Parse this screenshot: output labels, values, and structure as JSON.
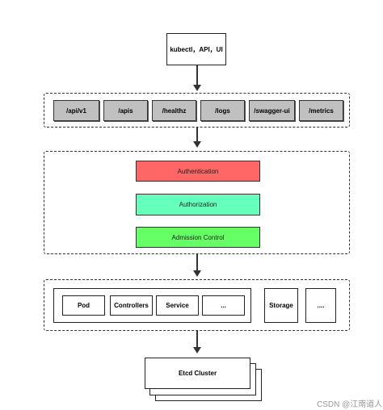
{
  "top_node": {
    "label": "kubectl，API，UI"
  },
  "endpoints": [
    "/api/v1",
    "/apis",
    "/healthz",
    "/logs",
    "/swagger-ui",
    "/metrics"
  ],
  "pipeline": {
    "authentication": {
      "label": "Authentication",
      "color": "#ff6666"
    },
    "authorization": {
      "label": "Authorization",
      "color": "#66ffbb"
    },
    "admission": {
      "label": "Admission Control",
      "color": "#66ff66"
    }
  },
  "resources": {
    "core": [
      "Pod",
      "Controllers",
      "Service",
      "..."
    ],
    "storage": "Storage",
    "more": "...."
  },
  "etcd": {
    "label": "Etcd Cluster"
  },
  "watermark": "CSDN @江南道人"
}
